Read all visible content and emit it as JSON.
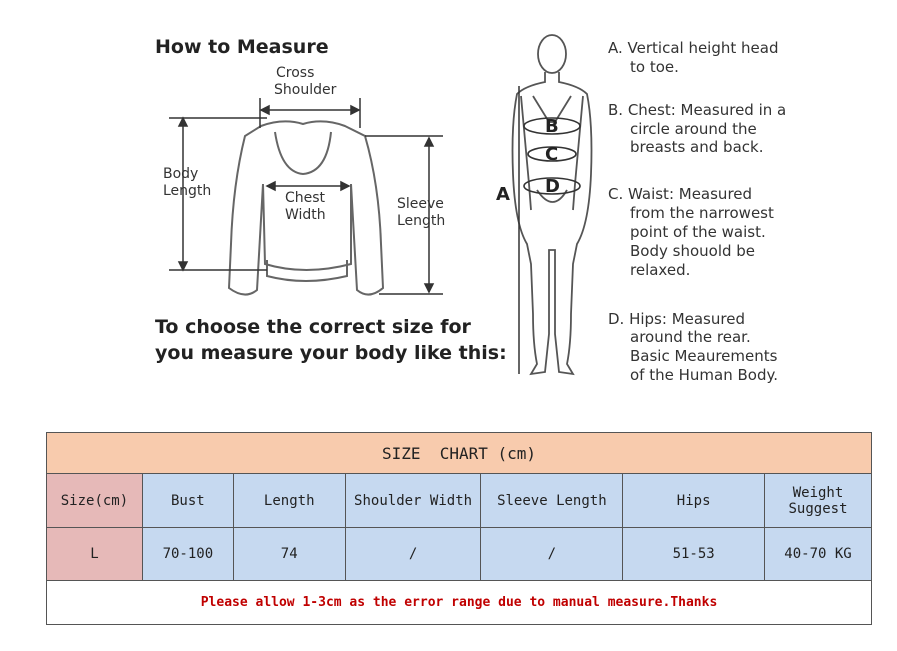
{
  "guide": {
    "title": "How to Measure",
    "labels": {
      "cross_shoulder_1": "Cross",
      "cross_shoulder_2": "Shoulder",
      "body_length_1": "Body",
      "body_length_2": "Length",
      "chest_width_1": "Chest",
      "chest_width_2": "Width",
      "sleeve_length_1": "Sleeve",
      "sleeve_length_2": "Length"
    },
    "instruction_1": "To choose the correct size for",
    "instruction_2": "you measure your body like this:",
    "body_letters": {
      "a": "A",
      "b": "B",
      "c": "C",
      "d": "D"
    },
    "notes": [
      [
        "A. Vertical height head",
        "to toe."
      ],
      [
        "B. Chest: Measured in a",
        "circle around the",
        "breasts and back."
      ],
      [
        "C. Waist: Measured",
        "from the narrowest",
        "point of the waist.",
        "Body shouold be",
        "relaxed."
      ],
      [
        "D. Hips: Measured",
        "around the rear.",
        "Basic Meaurements",
        "of the Human Body."
      ]
    ]
  },
  "size_chart": {
    "title": "SIZE  CHART (cm)",
    "headers": [
      "Size(cm)",
      "Bust",
      "Length",
      "Shoulder Width",
      "Sleeve Length",
      "Hips",
      "Weight Suggest"
    ],
    "rows": [
      [
        "L",
        "70-100",
        "74",
        "/",
        "/",
        "51-53",
        "40-70 KG"
      ]
    ],
    "note": "Please allow 1-3cm as the error range due to manual measure.Thanks"
  },
  "colors": {
    "title_bg": "#f8cbad",
    "cell_bg": "#c6d9f0",
    "size_cell_bg": "#e6b9b8",
    "note_text": "#c00000"
  }
}
